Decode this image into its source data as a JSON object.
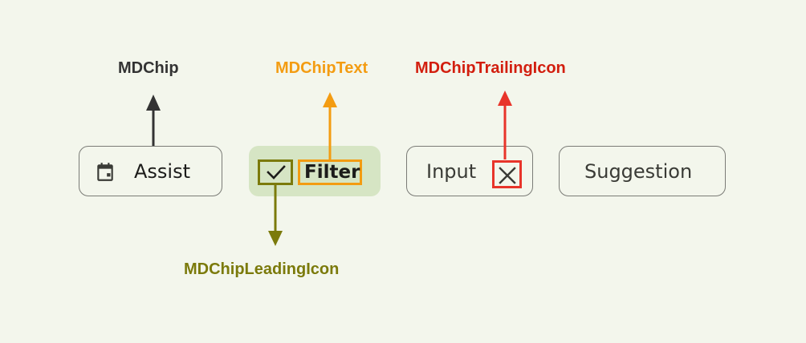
{
  "annotations": {
    "chip": "MDChip",
    "chip_text": "MDChipText",
    "trailing_icon": "MDChipTrailingIcon",
    "leading_icon": "MDChipLeadingIcon"
  },
  "chips": {
    "assist": {
      "label": "Assist",
      "icon": "calendar-icon"
    },
    "filter": {
      "label": "Filter",
      "icon": "check-icon"
    },
    "input": {
      "label": "Input",
      "icon": "close-icon"
    },
    "suggestion": {
      "label": "Suggestion"
    }
  },
  "colors": {
    "background": "#f3f6ec",
    "chip_label": "#333333",
    "chip_text_label": "#f39c12",
    "trailing_icon_label": "#d21e0e",
    "leading_icon_label": "#7b7a0b",
    "filter_chip_bg": "#d6e5c4"
  }
}
